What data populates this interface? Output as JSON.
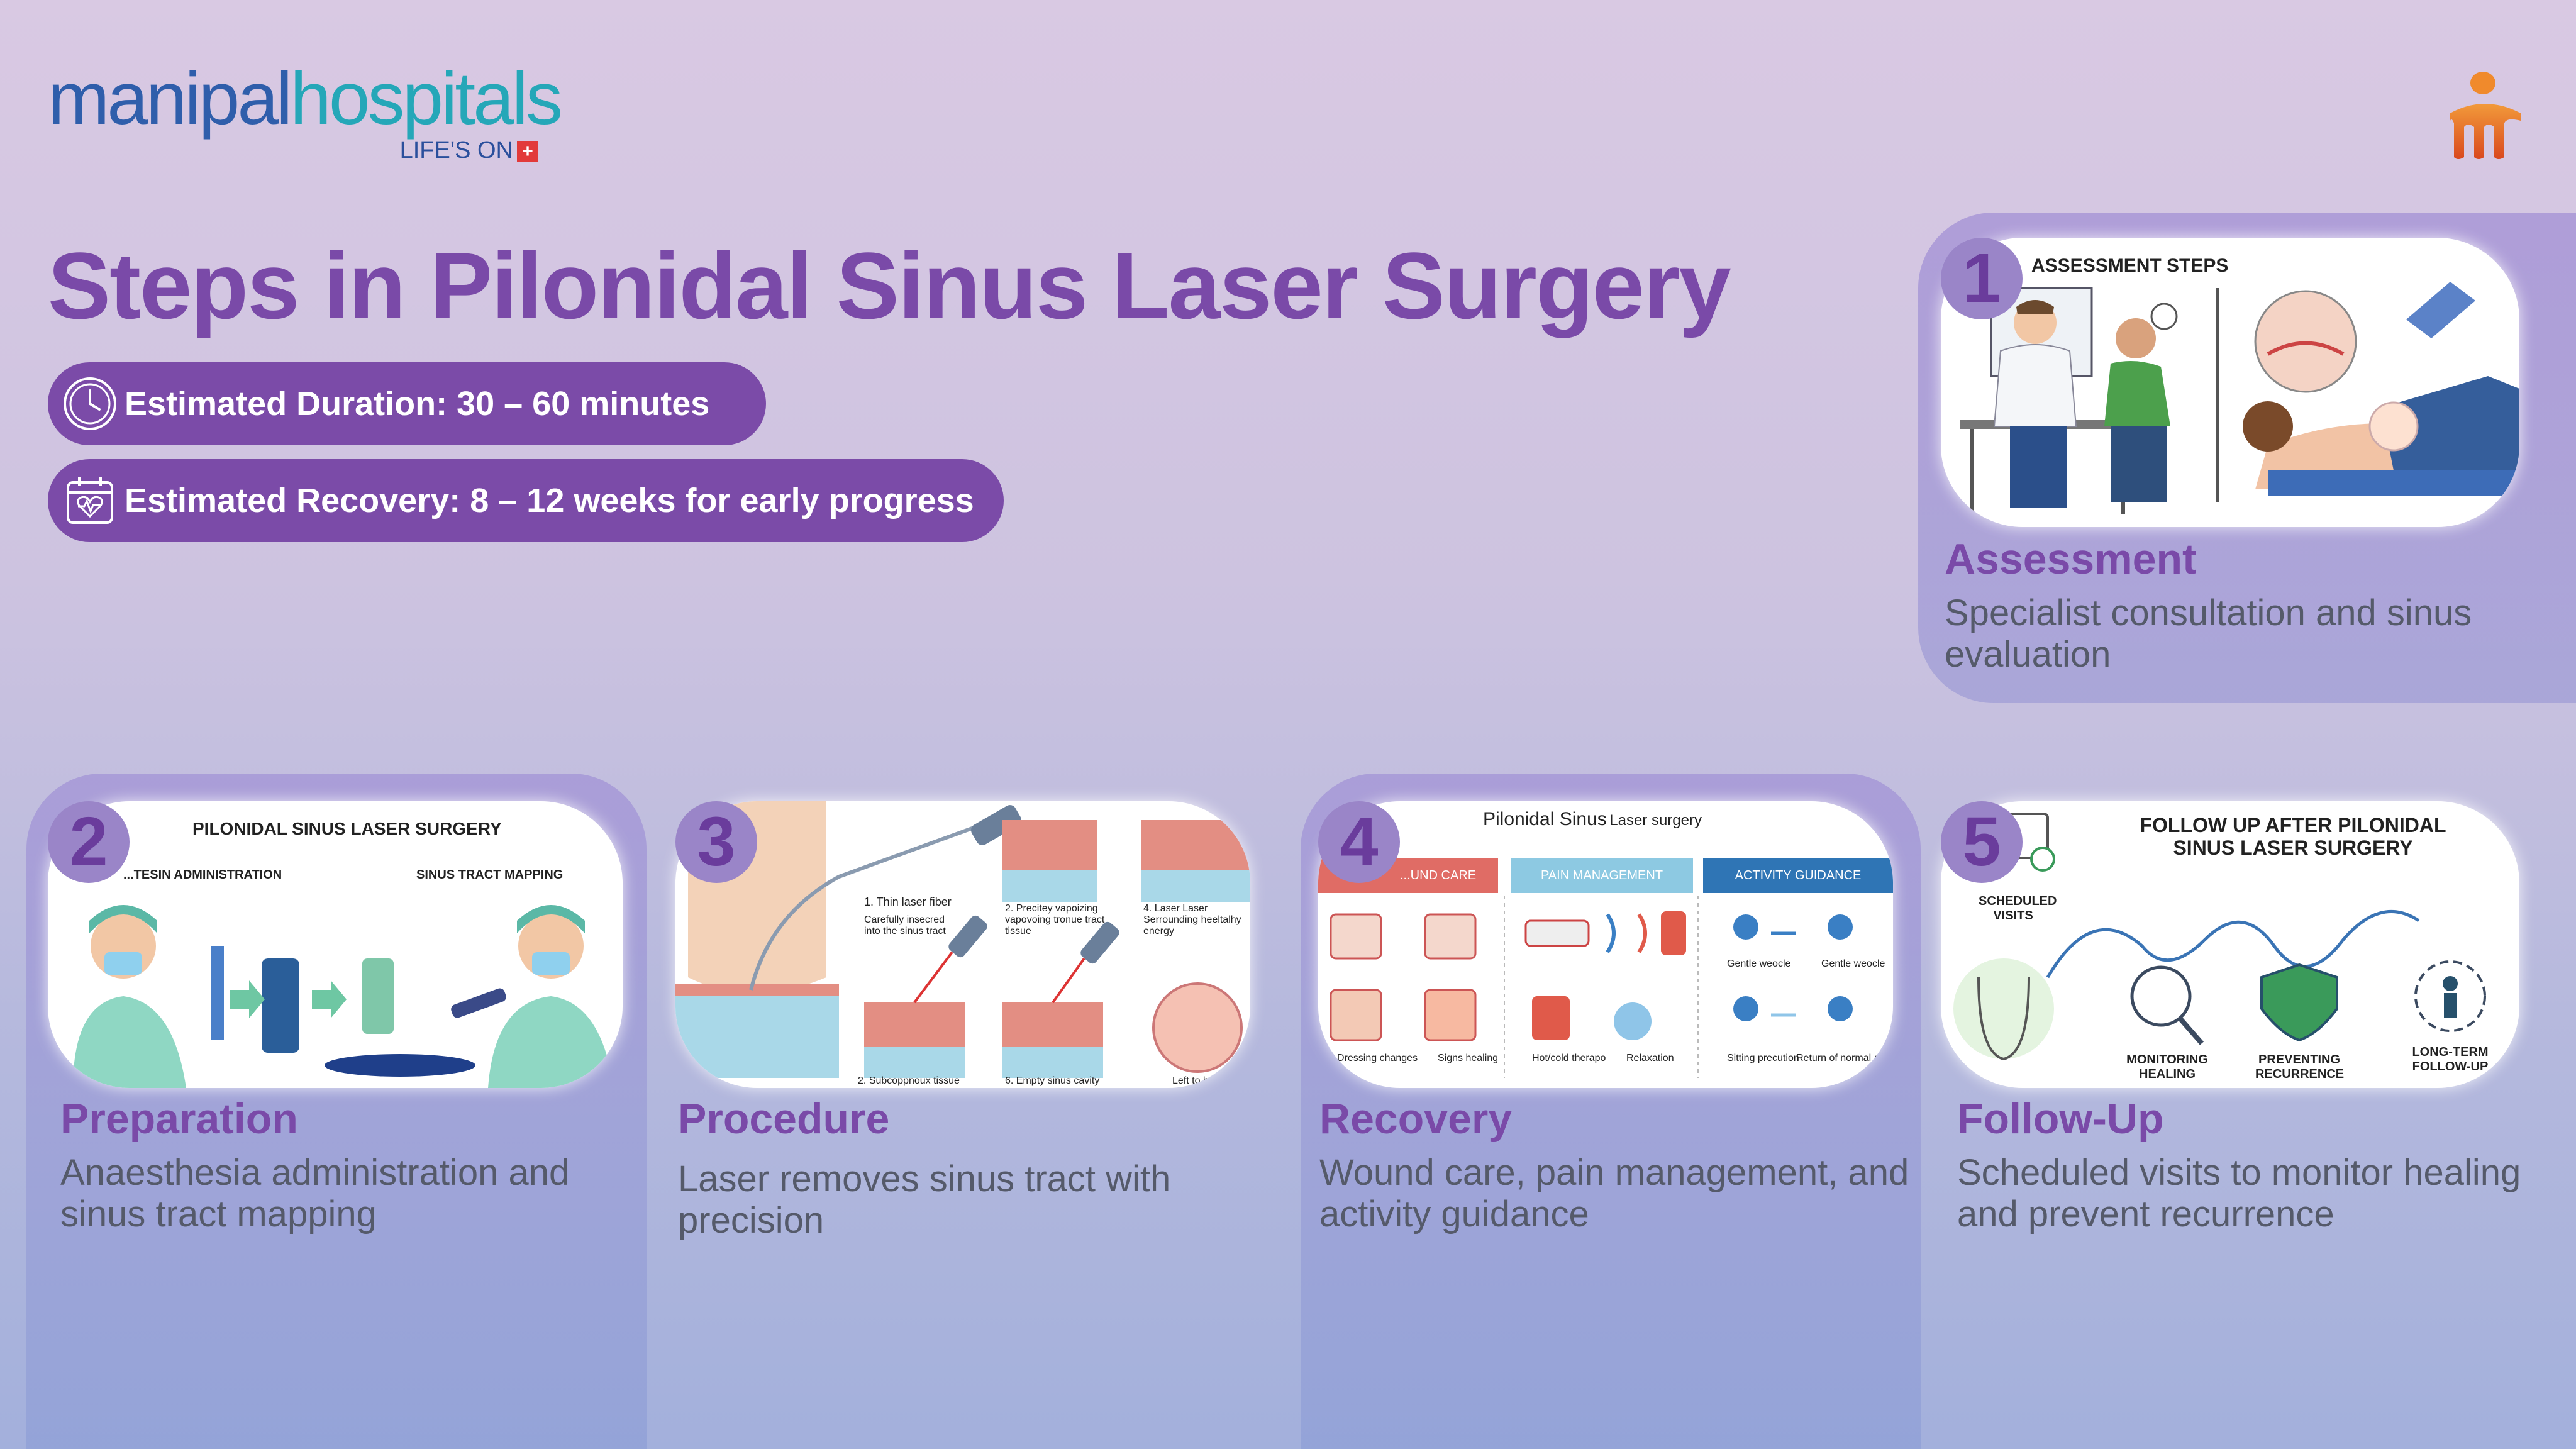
{
  "brand": {
    "logo_part1": "manipal",
    "logo_part2": "hospitals",
    "tagline": "LIFE'S ON",
    "colors": {
      "primary": "#2f5eab",
      "secondary": "#25a7b8",
      "accent": "#7a4aa8"
    }
  },
  "title": "Steps in Pilonidal Sinus Laser Surgery",
  "badges": [
    {
      "icon": "clock-icon",
      "text": "Estimated Duration: 30 – 60 minutes"
    },
    {
      "icon": "calendar-heart-icon",
      "text": "Estimated Recovery:  8 – 12 weeks for early progress"
    }
  ],
  "steps": [
    {
      "number": "1",
      "title": "Assessment",
      "description": "Specialist consultation and sinus evaluation",
      "illustration": {
        "heading": "ASSESSMENT STEPS"
      }
    },
    {
      "number": "2",
      "title": "Preparation",
      "description": "Anaesthesia administration and sinus tract mapping",
      "illustration": {
        "heading": "PILONIDAL SINUS LASER SURGERY",
        "left_label": "...TESIN ADMINISTRATION",
        "right_label": "SINUS TRACT MAPPING"
      }
    },
    {
      "number": "3",
      "title": "Procedure",
      "description": "Laser removes sinus tract with precision",
      "illustration": {
        "labels": [
          "1. Thin laser fiber",
          "Carefully insecred into the sinus tract",
          "2. Precitey vapoizing vapovoing tronue tract tissue",
          "4. Laser Laser Serrounding heeltalhy energy",
          "2. Subcoppnoux tissue",
          "6. Empty sinus cavity",
          "Left to heal"
        ]
      }
    },
    {
      "number": "4",
      "title": "Recovery",
      "description": "Wound care, pain management, and activity guidance",
      "illustration": {
        "heading": "Pilonidal Sinus",
        "heading_small": "Laser surgery",
        "columns": [
          "...UND CARE",
          "PAIN MANAGEMENT",
          "ACTIVITY GUIDANCE"
        ],
        "labels": [
          "Dressing changes",
          "Signs healing",
          "Hot/cold therapo",
          "Relaxation",
          "Gentle weocle",
          "Gentle weocle",
          "Sitting precution",
          "Return of normal activities"
        ]
      }
    },
    {
      "number": "5",
      "title": "Follow-Up",
      "description": "Scheduled visits to monitor healing and prevent recurrence",
      "illustration": {
        "heading": "FOLLOW UP AFTER PILONIDAL SINUS LASER SURGERY",
        "labels": [
          "SCHEDULED VISITS",
          "MONITORING HEALING",
          "PREVENTING RECURRENCE",
          "LONG-TERM FOLLOW-UP"
        ]
      }
    }
  ]
}
